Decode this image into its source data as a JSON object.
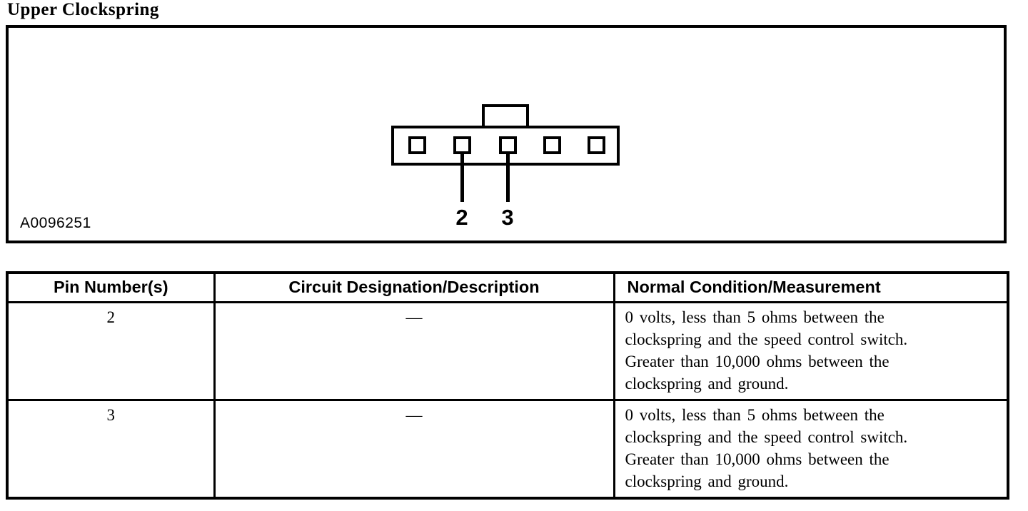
{
  "document": {
    "title": "Upper Clockspring"
  },
  "figure": {
    "id_label": "A0096251",
    "connector": {
      "pin_count": 5,
      "callouts": [
        "2",
        "3"
      ]
    }
  },
  "pin_table": {
    "headers": {
      "pin": "Pin Number(s)",
      "circuit": "Circuit Designation/Description",
      "condition": "Normal Condition/Measurement"
    },
    "rows": [
      {
        "pin": "2",
        "circuit": "—",
        "condition": "0 volts, less than 5 ohms between the clockspring and the speed control switch. Greater than 10,000 ohms between the clockspring and ground.",
        "condition_lines": [
          "0 volts, less than 5 ohms between the",
          "clockspring and the speed control switch.",
          "Greater than 10,000 ohms between the",
          "clockspring and ground."
        ]
      },
      {
        "pin": "3",
        "circuit": "—",
        "condition": "0 volts, less than 5 ohms between the clockspring and the speed control switch. Greater than 10,000 ohms between the clockspring and ground.",
        "condition_lines": [
          "0 volts, less than 5 ohms between the",
          "clockspring and the speed control switch.",
          "Greater than 10,000 ohms between the",
          "clockspring and ground."
        ]
      }
    ]
  },
  "colors": {
    "ink": "#000000",
    "background": "#ffffff"
  }
}
